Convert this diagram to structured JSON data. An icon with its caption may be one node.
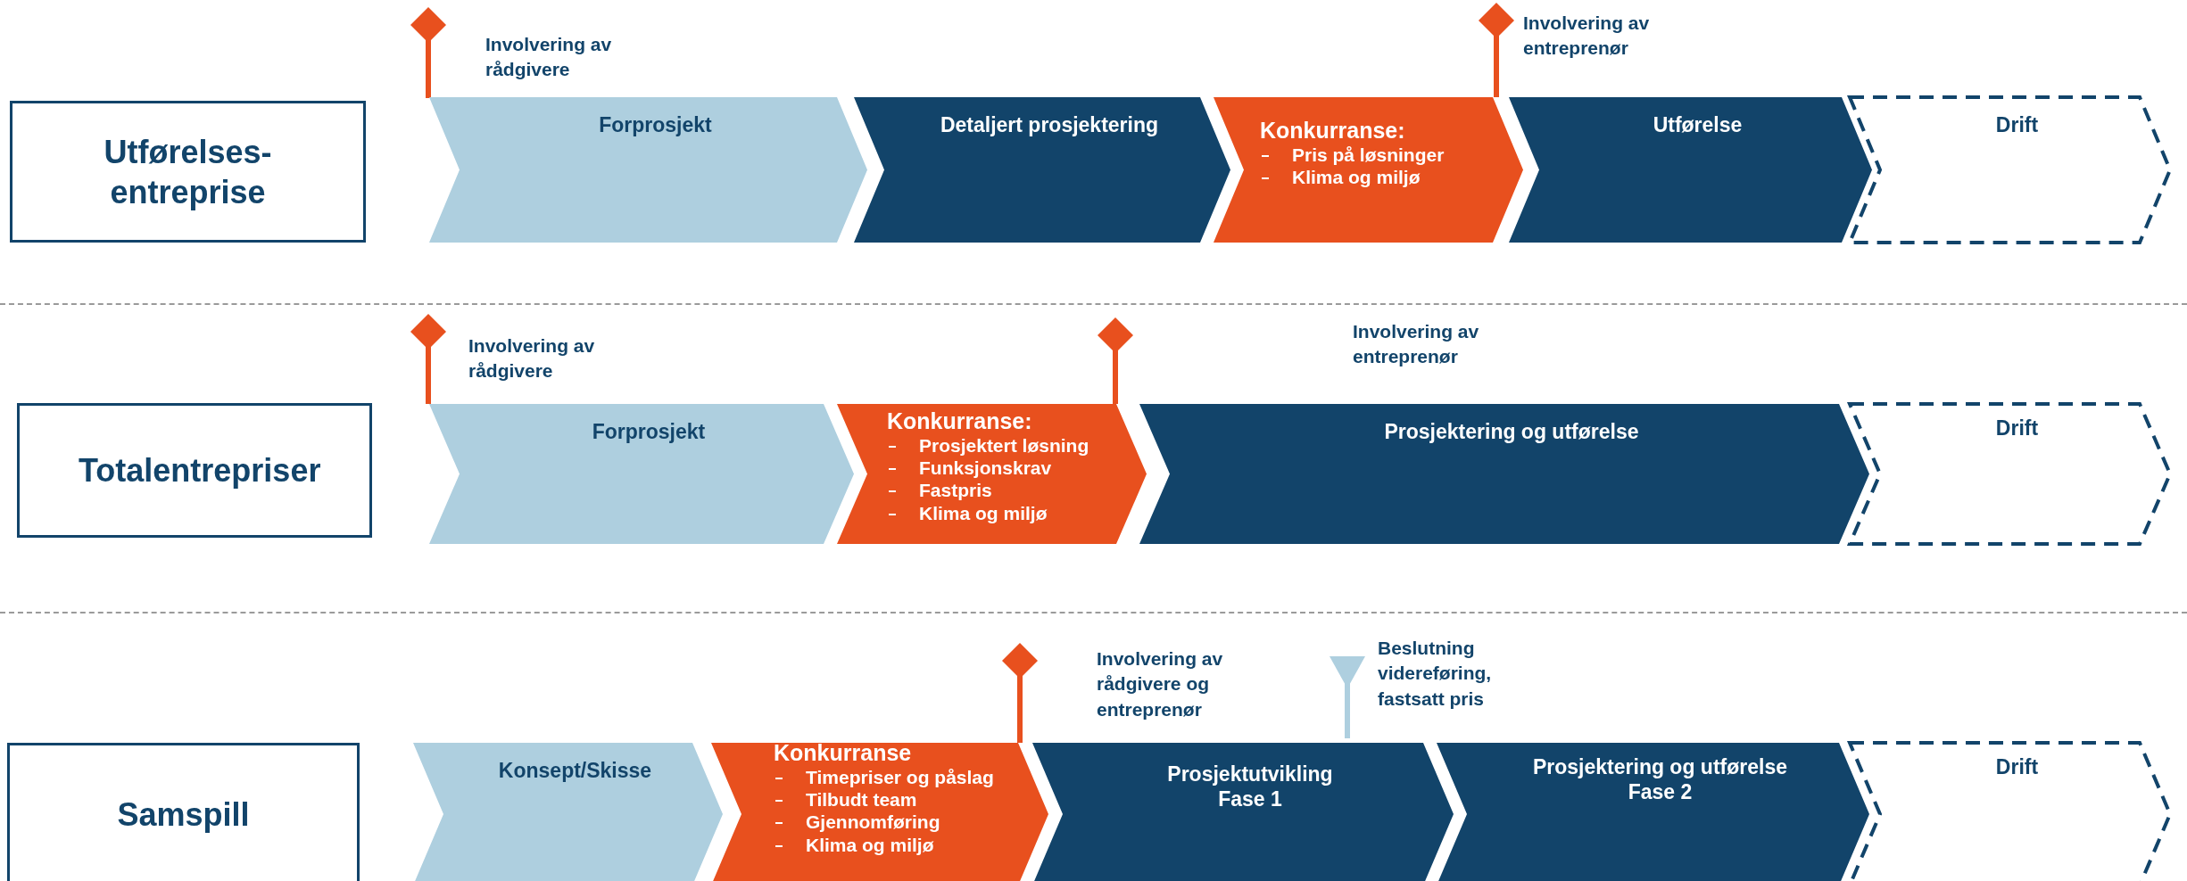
{
  "diagram": {
    "nodes": [
      {
        "text": [
          "Utførelses- entreprise"
        ]
      },
      {
        "text": [
          "Forprosjekt"
        ]
      },
      {
        "text": [
          "Detaljert prosjektering"
        ]
      },
      {
        "text": [
          "Konkurranse:",
          "Pris på løsninger",
          "Klima og miljø"
        ]
      },
      {
        "text": [
          "Utførelse"
        ]
      },
      {
        "text": [
          "Drift"
        ]
      },
      {
        "text": [
          "Totalentrepriser"
        ]
      },
      {
        "text": [
          "Forprosjekt"
        ]
      },
      {
        "text": [
          "Konkurranse:",
          "Prosjektert løsning",
          "Funksjonskrav",
          "Fastpris",
          "Klima og miljø"
        ]
      },
      {
        "text": [
          "Prosjektering og utførelse"
        ]
      },
      {
        "text": [
          "Drift"
        ]
      },
      {
        "text": [
          "Samspill"
        ]
      },
      {
        "text": [
          "Konsept/Skisse"
        ]
      },
      {
        "text": [
          "Konkurranse",
          "Timepriser og påslag",
          "Tilbudt team",
          "Gjennomføring",
          "Klima og miljø"
        ]
      },
      {
        "text": [
          "Prosjektutvikling Fase 1"
        ]
      },
      {
        "text": [
          "Prosjektering og utførelse Fase 2"
        ]
      },
      {
        "text": [
          "Drift"
        ]
      }
    ],
    "labels": [
      "Involvering av rådgivere",
      "Involvering av entreprenør",
      "Involvering av rådgivere",
      "Involvering av entreprenør",
      "Involvering av rådgivere og entreprenør",
      "Beslutning videreføring, fastsatt pris"
    ]
  }
}
